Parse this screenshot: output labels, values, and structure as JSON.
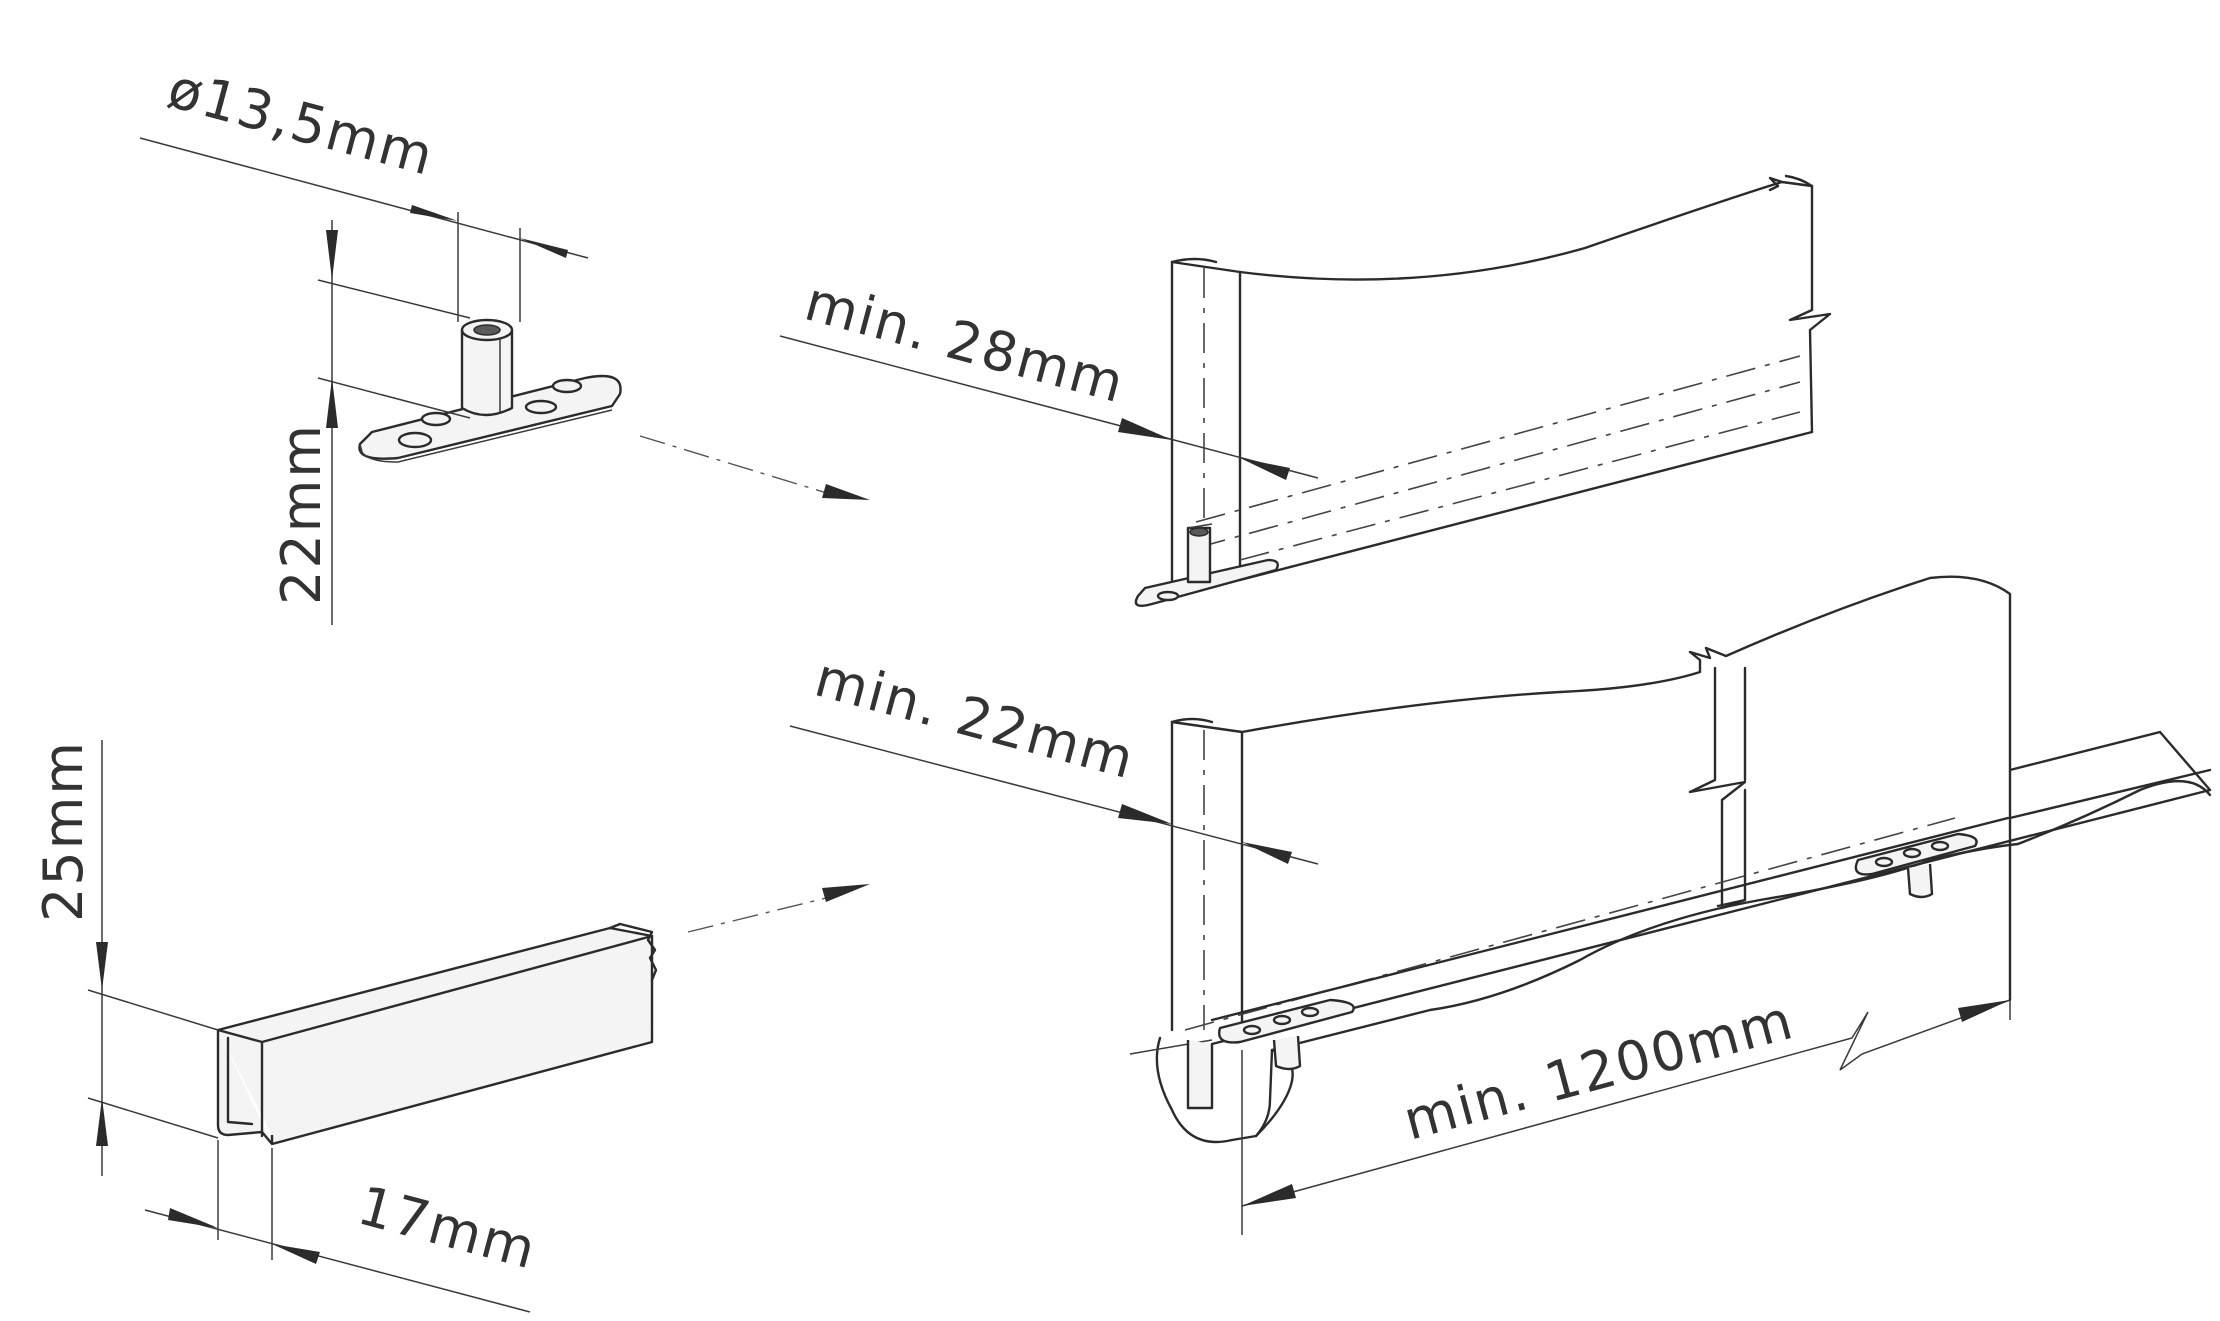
{
  "dimensions": {
    "pin_diameter": "ø13,5mm",
    "pin_height": "22mm",
    "min_thickness_pivot": "min.  28mm",
    "min_thickness_channel": "min.  22mm",
    "channel_height": "25mm",
    "channel_width": "17mm",
    "min_length": "min.  1200mm"
  }
}
